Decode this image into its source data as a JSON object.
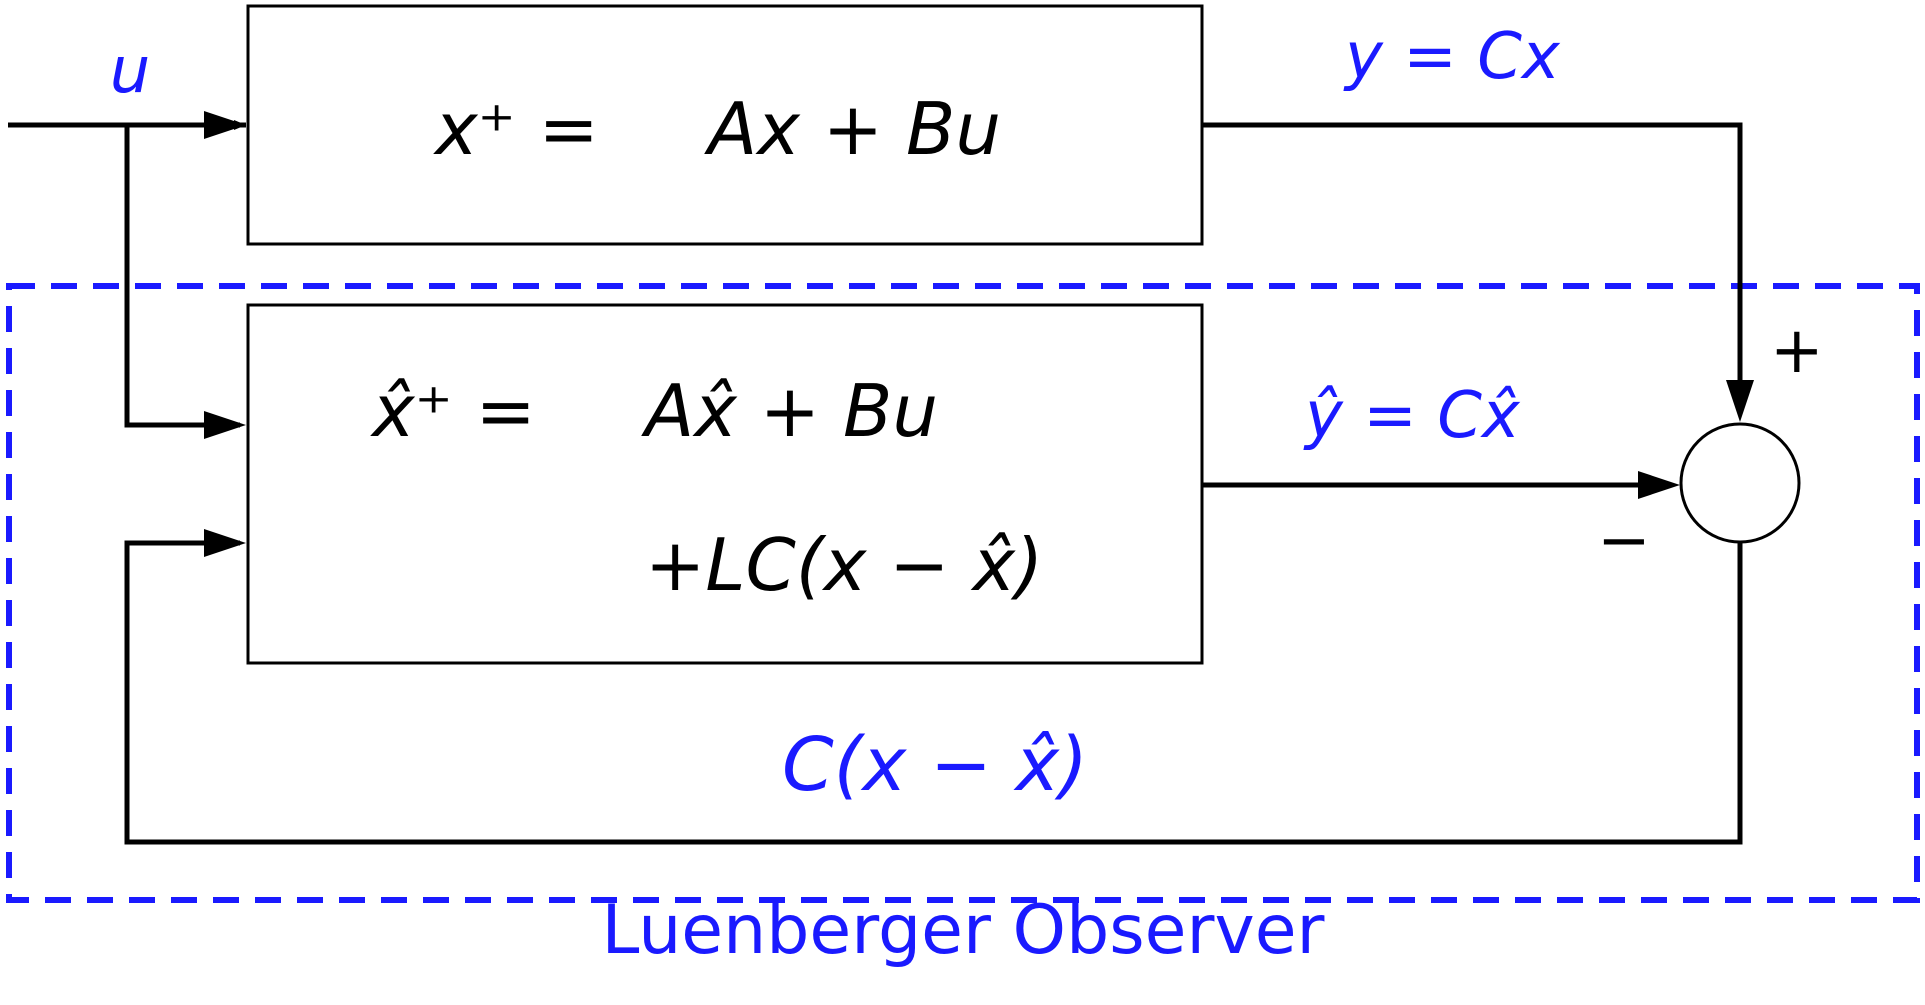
{
  "labels": {
    "input": "u",
    "plant_lhs": "x⁺ =",
    "plant_rhs": "Ax + Bu",
    "output": "y = Cx",
    "observer_lhs": "x̂⁺ =",
    "observer_rhs_1": "Ax̂ + Bu",
    "observer_rhs_2": "+LC(x − x̂)",
    "estimated_output": "ŷ = Cx̂",
    "plus_sign": "+",
    "minus_sign": "−",
    "error_feedback": "C(x − x̂)",
    "observer_title": "Luenberger Observer"
  },
  "colors": {
    "line": "#000000",
    "accent": "#1a1aff"
  }
}
